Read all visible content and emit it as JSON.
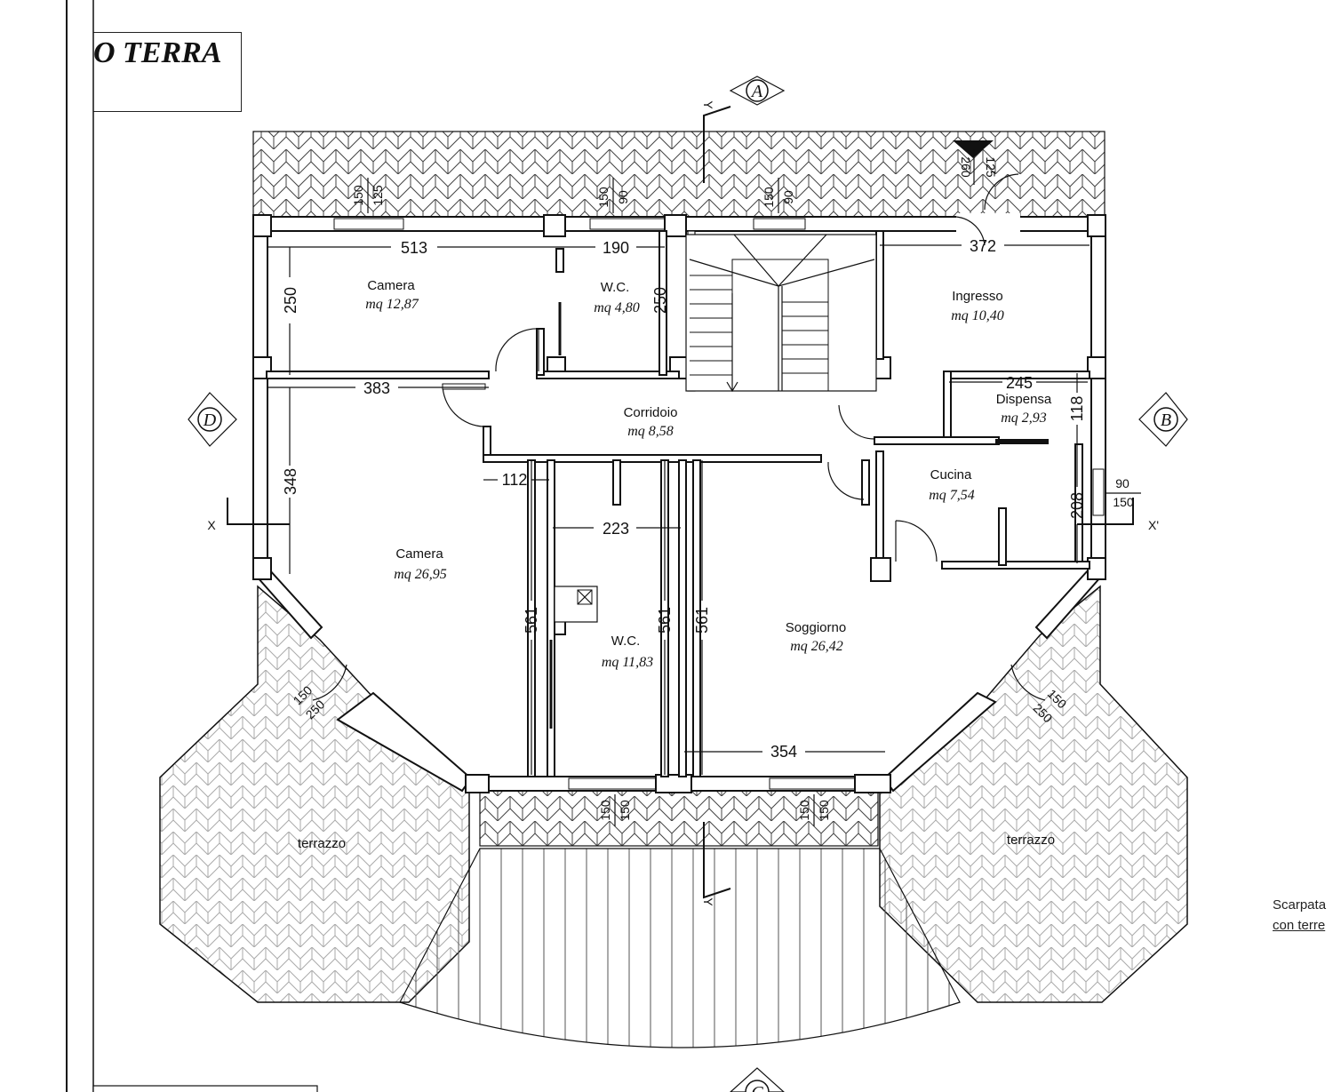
{
  "title": "O TERRA",
  "side_note": {
    "line1": "Scarpata",
    "line2": "con terre"
  },
  "section_marks": {
    "A": "A",
    "B": "B",
    "C": "C",
    "D": "D"
  },
  "axis_labels": {
    "y_top": "Y",
    "y_bottom": "Y",
    "x_left": "X",
    "x_right": "X'"
  },
  "rooms": [
    {
      "name": "Camera",
      "area": "mq 12,87"
    },
    {
      "name": "W.C.",
      "area": "mq 4,80"
    },
    {
      "name": "Ingresso",
      "area": "mq 10,40"
    },
    {
      "name": "Corridoio",
      "area": "mq 8,58"
    },
    {
      "name": "Dispensa",
      "area": "mq 2,93"
    },
    {
      "name": "Cucina",
      "area": "mq 7,54"
    },
    {
      "name": "Camera",
      "area": "mq 26,95"
    },
    {
      "name": "W.C.",
      "area": "mq 11,83"
    },
    {
      "name": "Soggiorno",
      "area": "mq 26,42"
    },
    {
      "name": "terrazzo",
      "area": ""
    },
    {
      "name": "terrazzo",
      "area": ""
    }
  ],
  "dimensions": {
    "d513": "513",
    "d190": "190",
    "d372": "372",
    "d250a": "250",
    "d250b": "250",
    "d383": "383",
    "d245": "245",
    "d118": "118",
    "d348": "348",
    "d112": "112",
    "d223": "223",
    "d208": "208",
    "d561a": "561",
    "d561b": "561",
    "d561c": "561",
    "d354": "354"
  },
  "openings": {
    "w1_top": "125",
    "w1_bot": "150",
    "w2_top": "90",
    "w2_bot": "150",
    "w3_top": "90",
    "w3_bot": "150",
    "entry_top": "125",
    "entry_bot": "260",
    "kitchen_top": "90",
    "kitchen_bot": "150",
    "dl_top": "150",
    "dl_bot": "250",
    "dr_top": "150",
    "dr_bot": "250",
    "bw1_top": "150",
    "bw1_bot": "150",
    "bw2_top": "150",
    "bw2_bot": "150"
  }
}
